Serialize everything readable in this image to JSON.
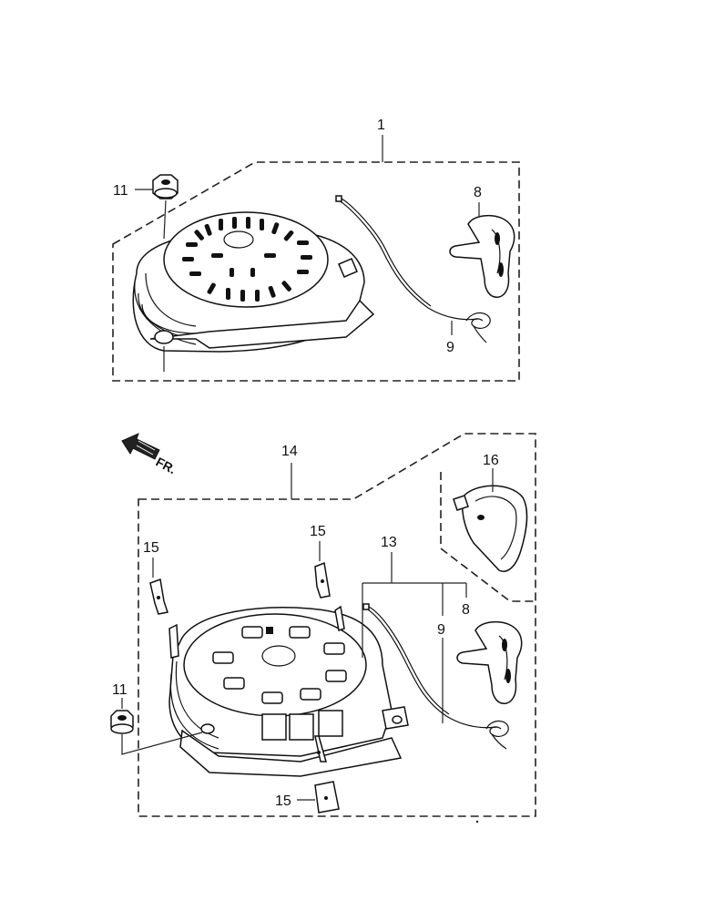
{
  "front_arrow_label": "FR.",
  "callouts": {
    "c1": "1",
    "c8_top": "8",
    "c9_top": "9",
    "c11_top": "11",
    "c14": "14",
    "c16": "16",
    "c15_left": "15",
    "c15_mid": "15",
    "c13": "13",
    "c8_bottom": "8",
    "c9_bottom": "9",
    "c11_bottom": "11",
    "c15_bottom": "15"
  }
}
